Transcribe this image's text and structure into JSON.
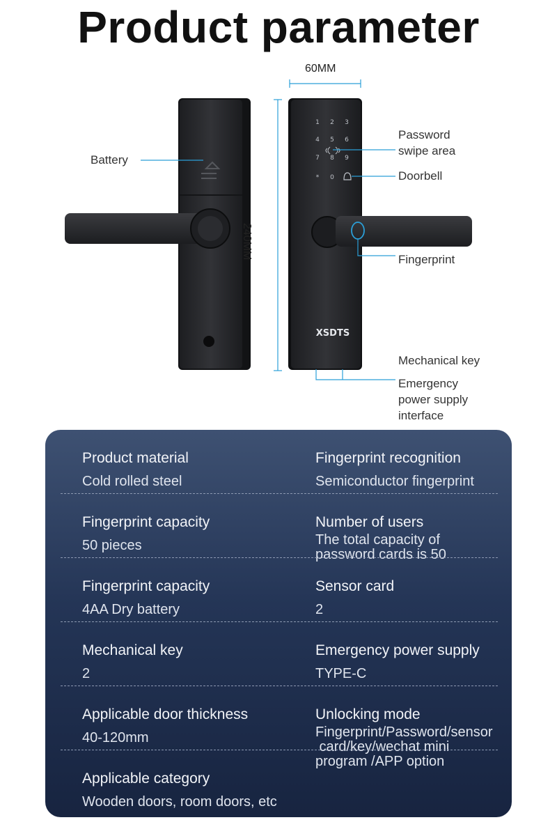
{
  "header": {
    "title": "Product parameter"
  },
  "figure": {
    "dimensions": {
      "width": "60MM",
      "height": "240MM"
    },
    "brand": "XSDTS",
    "keypad": [
      "1",
      "2",
      "3",
      "4",
      "5",
      "6",
      "7",
      "8",
      "9",
      "*",
      "0"
    ],
    "annotations": {
      "battery": "Battery",
      "password_line1": "Password",
      "password_line2": "swipe area",
      "doorbell": "Doorbell",
      "fingerprint": "Fingerprint",
      "mechanical_key": "Mechanical key",
      "emergency_line1": "Emergency",
      "emergency_line2": "power supply",
      "emergency_line3": "interface"
    },
    "colors": {
      "lock_body": "#2a2b2e",
      "lock_edge": "#0f1012",
      "leader_line": "#2b9fd8"
    }
  },
  "specs": {
    "rows": [
      {
        "left": {
          "label": "Product material",
          "value": "Cold rolled steel"
        },
        "right": {
          "label": "Fingerprint recognition",
          "value": "Semiconductor fingerprint"
        }
      },
      {
        "left": {
          "label": "Fingerprint capacity",
          "value": "50 pieces"
        },
        "right": {
          "label": "Number of users",
          "value_line1": "The total capacity of",
          "value_line2": "password cards is 50"
        }
      },
      {
        "left": {
          "label": "Fingerprint capacity",
          "value": "4AA Dry battery"
        },
        "right": {
          "label": "Sensor card",
          "value": "2"
        }
      },
      {
        "left": {
          "label": "Mechanical key",
          "value": "2"
        },
        "right": {
          "label": "Emergency power supply",
          "value": "TYPE-C"
        }
      },
      {
        "left": {
          "label": "Applicable door thickness",
          "value": "40-120mm"
        },
        "right": {
          "label": "Unlocking mode",
          "value_line1": "Fingerprint/Password/sensor",
          "value_line2": " card/key/wechat mini",
          "value_line3": "program /APP option"
        }
      },
      {
        "left": {
          "label": "Applicable category",
          "value": "Wooden doors, room doors, etc"
        }
      }
    ],
    "colors": {
      "panel_top": "#3e5172",
      "panel_bottom": "#172440"
    }
  }
}
